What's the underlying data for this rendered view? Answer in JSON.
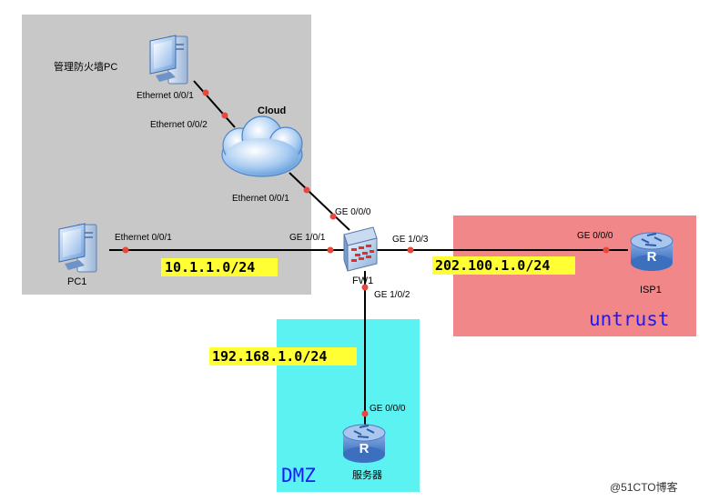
{
  "zones": {
    "trust_fill": "#c8c8c8",
    "dmz": {
      "label": "DMZ",
      "fill": "#5cf2f2",
      "text_color": "#1a1aff"
    },
    "untrust": {
      "label": "untrust",
      "fill": "#f2878a",
      "text_color": "#1a1aff"
    }
  },
  "devices": {
    "mgmt_pc": {
      "label": "管理防火墙PC",
      "icon": "pc-icon"
    },
    "cloud": {
      "label": "Cloud",
      "icon": "cloud-icon"
    },
    "pc1": {
      "label": "PC1",
      "icon": "pc-icon"
    },
    "fw1": {
      "label": "FW1",
      "icon": "firewall-icon"
    },
    "isp1": {
      "label": "ISP1",
      "icon": "router-icon"
    },
    "server": {
      "label": "服务器",
      "icon": "router-icon"
    }
  },
  "ports": {
    "mgmt_pc_eth": "Ethernet 0/0/1",
    "cloud_eth2": "Ethernet 0/0/2",
    "cloud_eth1": "Ethernet 0/0/1",
    "fw_ge000": "GE 0/0/0",
    "pc1_eth": "Ethernet 0/0/1",
    "fw_ge101": "GE 1/0/1",
    "fw_ge103": "GE 1/0/3",
    "isp_ge000": "GE 0/0/0",
    "fw_ge102": "GE 1/0/2",
    "server_ge000": "GE 0/0/0"
  },
  "subnets": {
    "trust": "10.1.1.0/24",
    "untrust": "202.100.1.0/24",
    "dmz": "192.168.1.0/24",
    "highlight": "#ffff33"
  },
  "colors": {
    "link": "#000000",
    "port_dot": "#e8473c"
  },
  "watermark": "@51CTO博客"
}
